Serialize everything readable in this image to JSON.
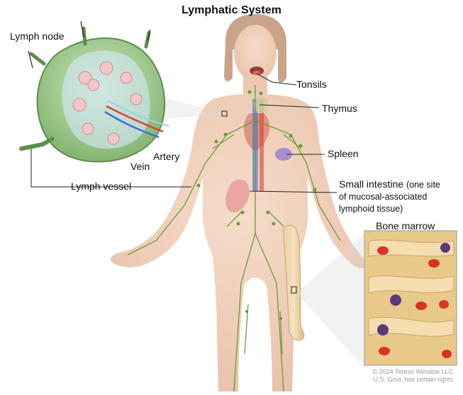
{
  "title": "Lymphatic System",
  "labels": {
    "lymph_node": "Lymph node",
    "tonsils": "Tonsils",
    "thymus": "Thymus",
    "spleen": "Spleen",
    "small_intestine_main": "Small intestine",
    "small_intestine_note_1": "(one site",
    "small_intestine_note_2": "of mucosal-associated",
    "small_intestine_note_3": "lymphoid tissue)",
    "artery": "Artery",
    "vein": "Vein",
    "lymph_vessel": "Lymph vessel",
    "bone_marrow": "Bone marrow"
  },
  "credit": {
    "line1": "© 2024 Terese Winslow LLC",
    "line2": "U.S. Govt. has certain rights"
  },
  "colors": {
    "skin": "#f2d2bd",
    "node_green": "#8fc27a",
    "lymph_green": "#6b9a3a",
    "artery_red": "#e0402a",
    "vein_blue": "#3f6fd0",
    "marrow_yellow": "#e8c98a",
    "red_cell": "#d8322a",
    "spleen_purple": "#a98fcf"
  }
}
